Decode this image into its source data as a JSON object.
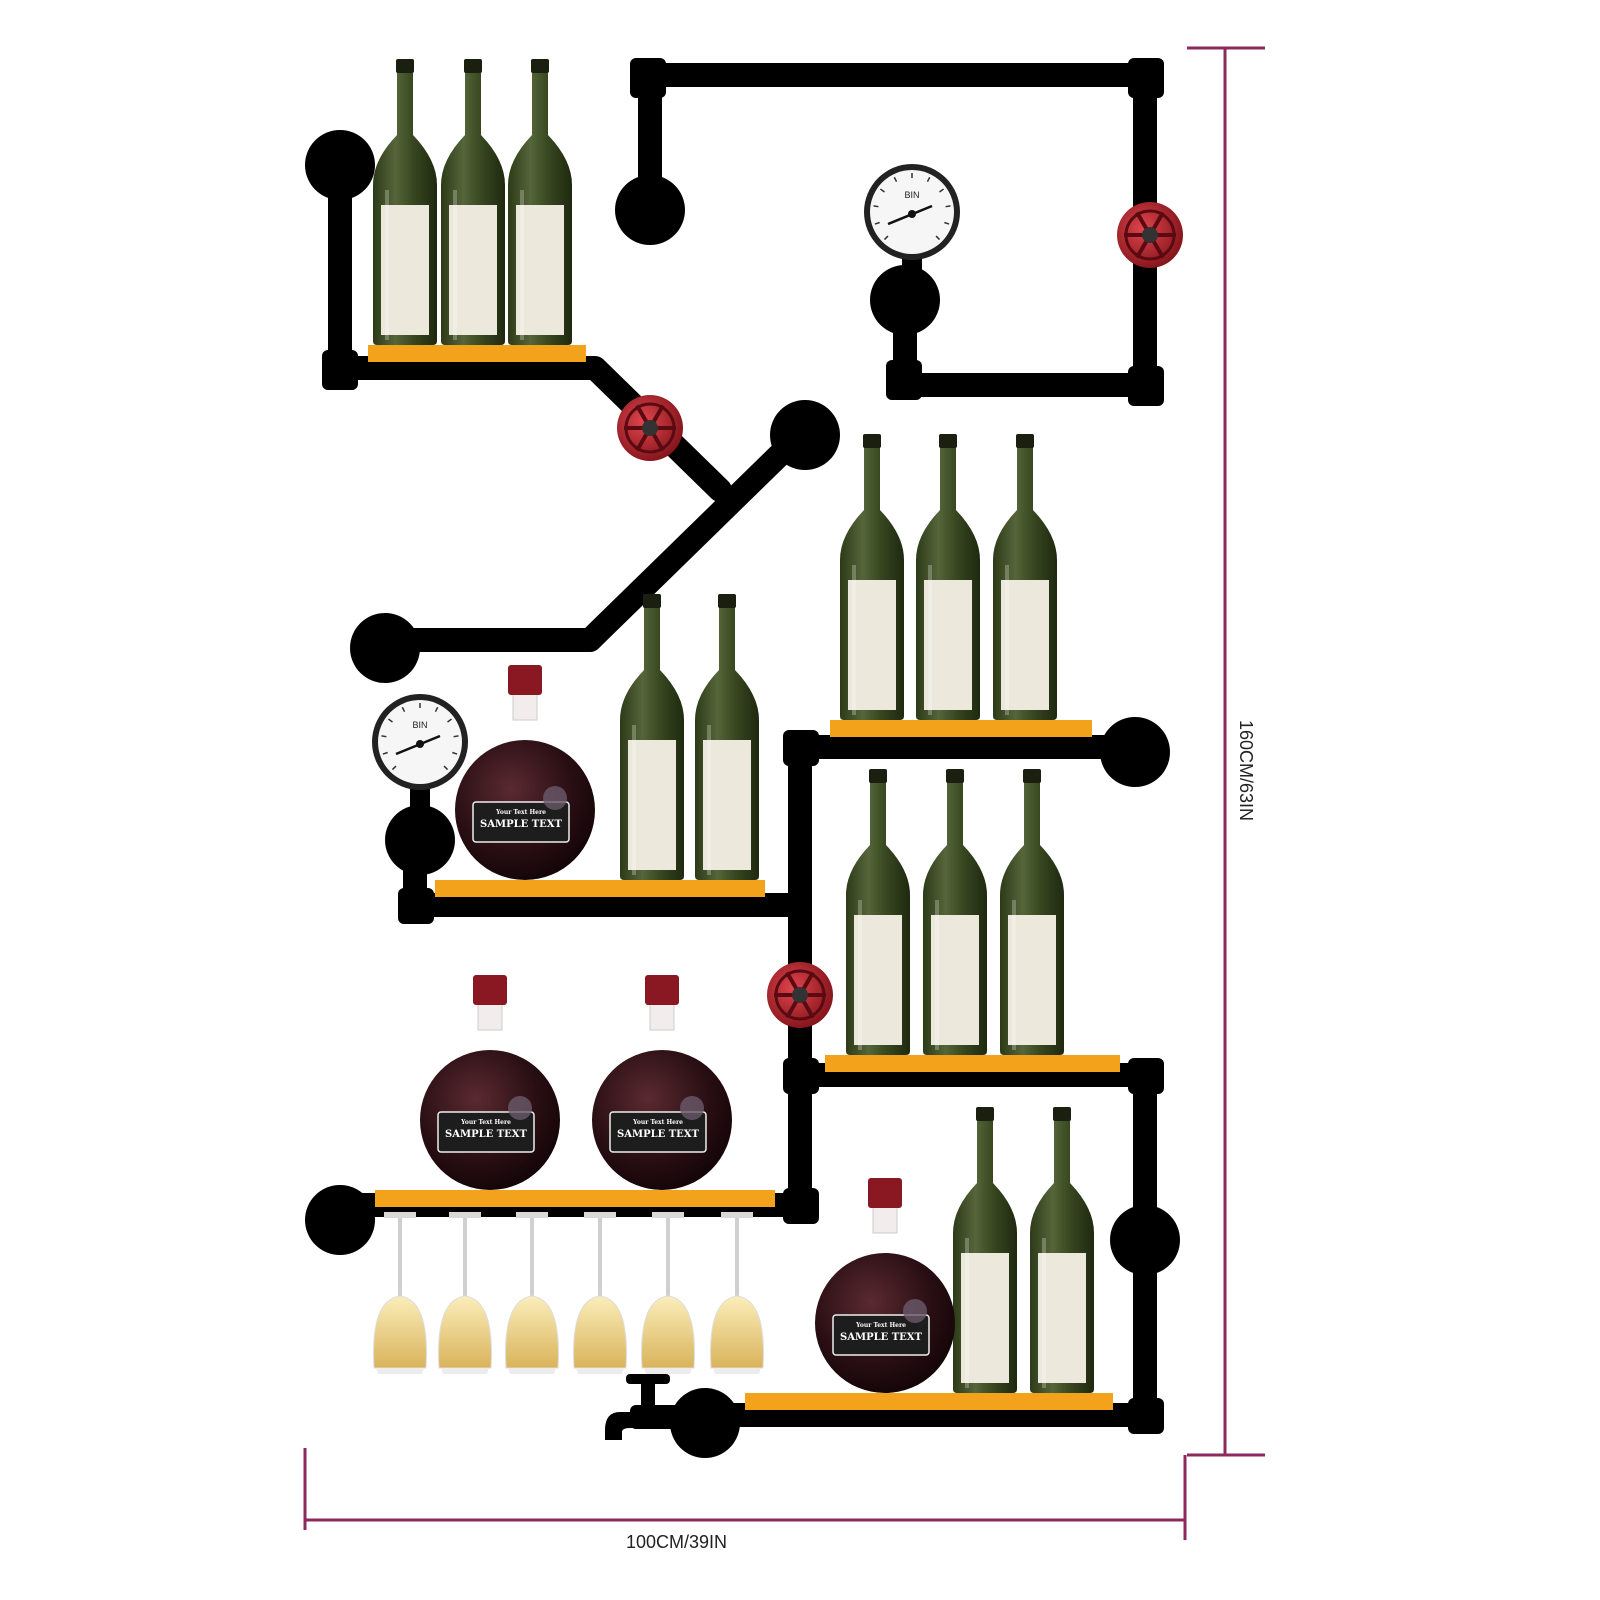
{
  "dimensions": {
    "width_label": "100CM/39IN",
    "height_label": "160CM/63IN",
    "line_color": "#8b2a5c"
  },
  "colors": {
    "pipe": "#000000",
    "shelf": "#f2a31b",
    "bottle_glass": "#3a4a22",
    "bottle_label": "#ece8dc",
    "valve": "#b3202a",
    "decanter": "#2a0f14",
    "cap": "#8a1822",
    "wine_glass_liquid": "#f0d58a"
  },
  "decanter_label": {
    "brand": "Your Text Here",
    "title": "SAMPLE TEXT"
  },
  "gauge_label": "BIN",
  "icons": [
    "pressure-gauge-icon",
    "valve-wheel-icon",
    "faucet-icon",
    "pipe-cap-icon"
  ]
}
